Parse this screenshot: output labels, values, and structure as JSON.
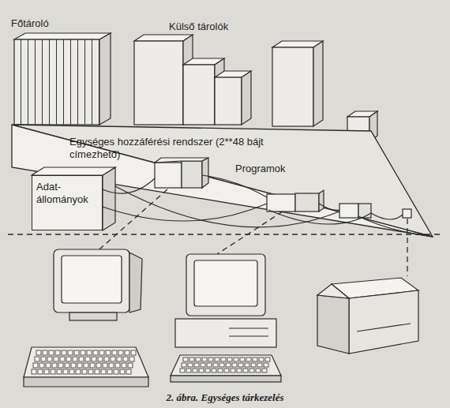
{
  "diagram": {
    "caption": "2. ábra. Egységes tárkezelés",
    "nodes": [
      {
        "text": [
          "Egységes hozzáférési rendszer (2**48 bájt címezhető)"
        ]
      },
      {
        "text": [
          "Adat-állományok"
        ]
      }
    ],
    "labels": [
      "Főtároló",
      "Külső tárolók",
      "Programok"
    ]
  }
}
